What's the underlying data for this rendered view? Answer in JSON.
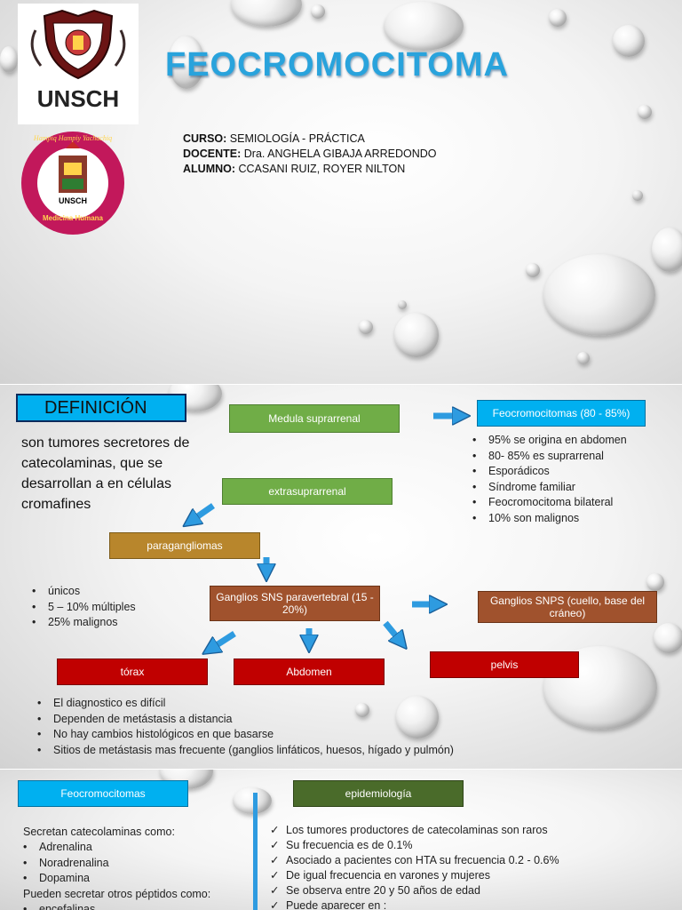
{
  "slide1": {
    "title": "FEOCROMOCITOMA",
    "logo_text": "UNSCH",
    "badge": {
      "top_text": "Hampiq Hampiy Yachachiq",
      "center_text": "UNSCH",
      "bottom_text": "Medicina Humana"
    },
    "info": [
      {
        "label": "CURSO:",
        "value": " SEMIOLOGÍA - PRÁCTICA"
      },
      {
        "label": "DOCENTE:",
        "value": " Dra.  ANGHELA GIBAJA ARREDONDO"
      },
      {
        "label": "ALUMNO:",
        "value": " CCASANI RUIZ, ROYER NILTON"
      }
    ]
  },
  "slide2": {
    "definition_title": "DEFINICIÓN",
    "definition_text": "son tumores secretores de catecolaminas, que se desarrollan a en células cromafines",
    "medula": "Medula suprarrenal",
    "feo_box": "Feocromocitomas (80 - 85%)",
    "feo_list": [
      "95% se origina en abdomen",
      "80- 85% es suprarrenal",
      "Esporádicos",
      "Síndrome familiar",
      "Feocromocitoma bilateral",
      "10% son malignos"
    ],
    "extra": "extrasuprarrenal",
    "para": "paragangliomas",
    "para_list": [
      "únicos",
      "5 – 10% múltiples",
      "25% malignos"
    ],
    "sns": "Ganglios SNS paravertebral (15 - 20%)",
    "snps": "Ganglios SNPS (cuello, base del cráneo)",
    "torax": "tórax",
    "abdomen": "Abdomen",
    "pelvis": "pelvis",
    "bottom_list": [
      "El diagnostico es difícil",
      "Dependen de metástasis a distancia",
      "No hay cambios histológicos en que basarse",
      "Sitios de metástasis mas frecuente (ganglios linfáticos, huesos, hígado y pulmón)"
    ]
  },
  "slide3": {
    "feo_box": "Feocromocitomas",
    "secret_intro": "Secretan catecolaminas como:",
    "secret_list": [
      "Adrenalina",
      "Noradrenalina",
      "Dopamina"
    ],
    "peptides_intro": "Pueden secretar otros péptidos como:",
    "peptides_list": [
      "encefalinas"
    ],
    "epi_box": "epidemiología",
    "epi_list": [
      "Los tumores productores de catecolaminas son raros",
      "Su frecuencia  es de 0.1%",
      "Asociado a pacientes con HTA su frecuencia 0.2 - 0.6%",
      "De igual frecuencia en varones y mujeres",
      "Se observa entre 20 y 50 años de edad",
      "Puede aparecer en :"
    ]
  },
  "colors": {
    "title": "#29a3dc",
    "cyan": "#00b0f0",
    "arrow": "#2e9be0"
  }
}
